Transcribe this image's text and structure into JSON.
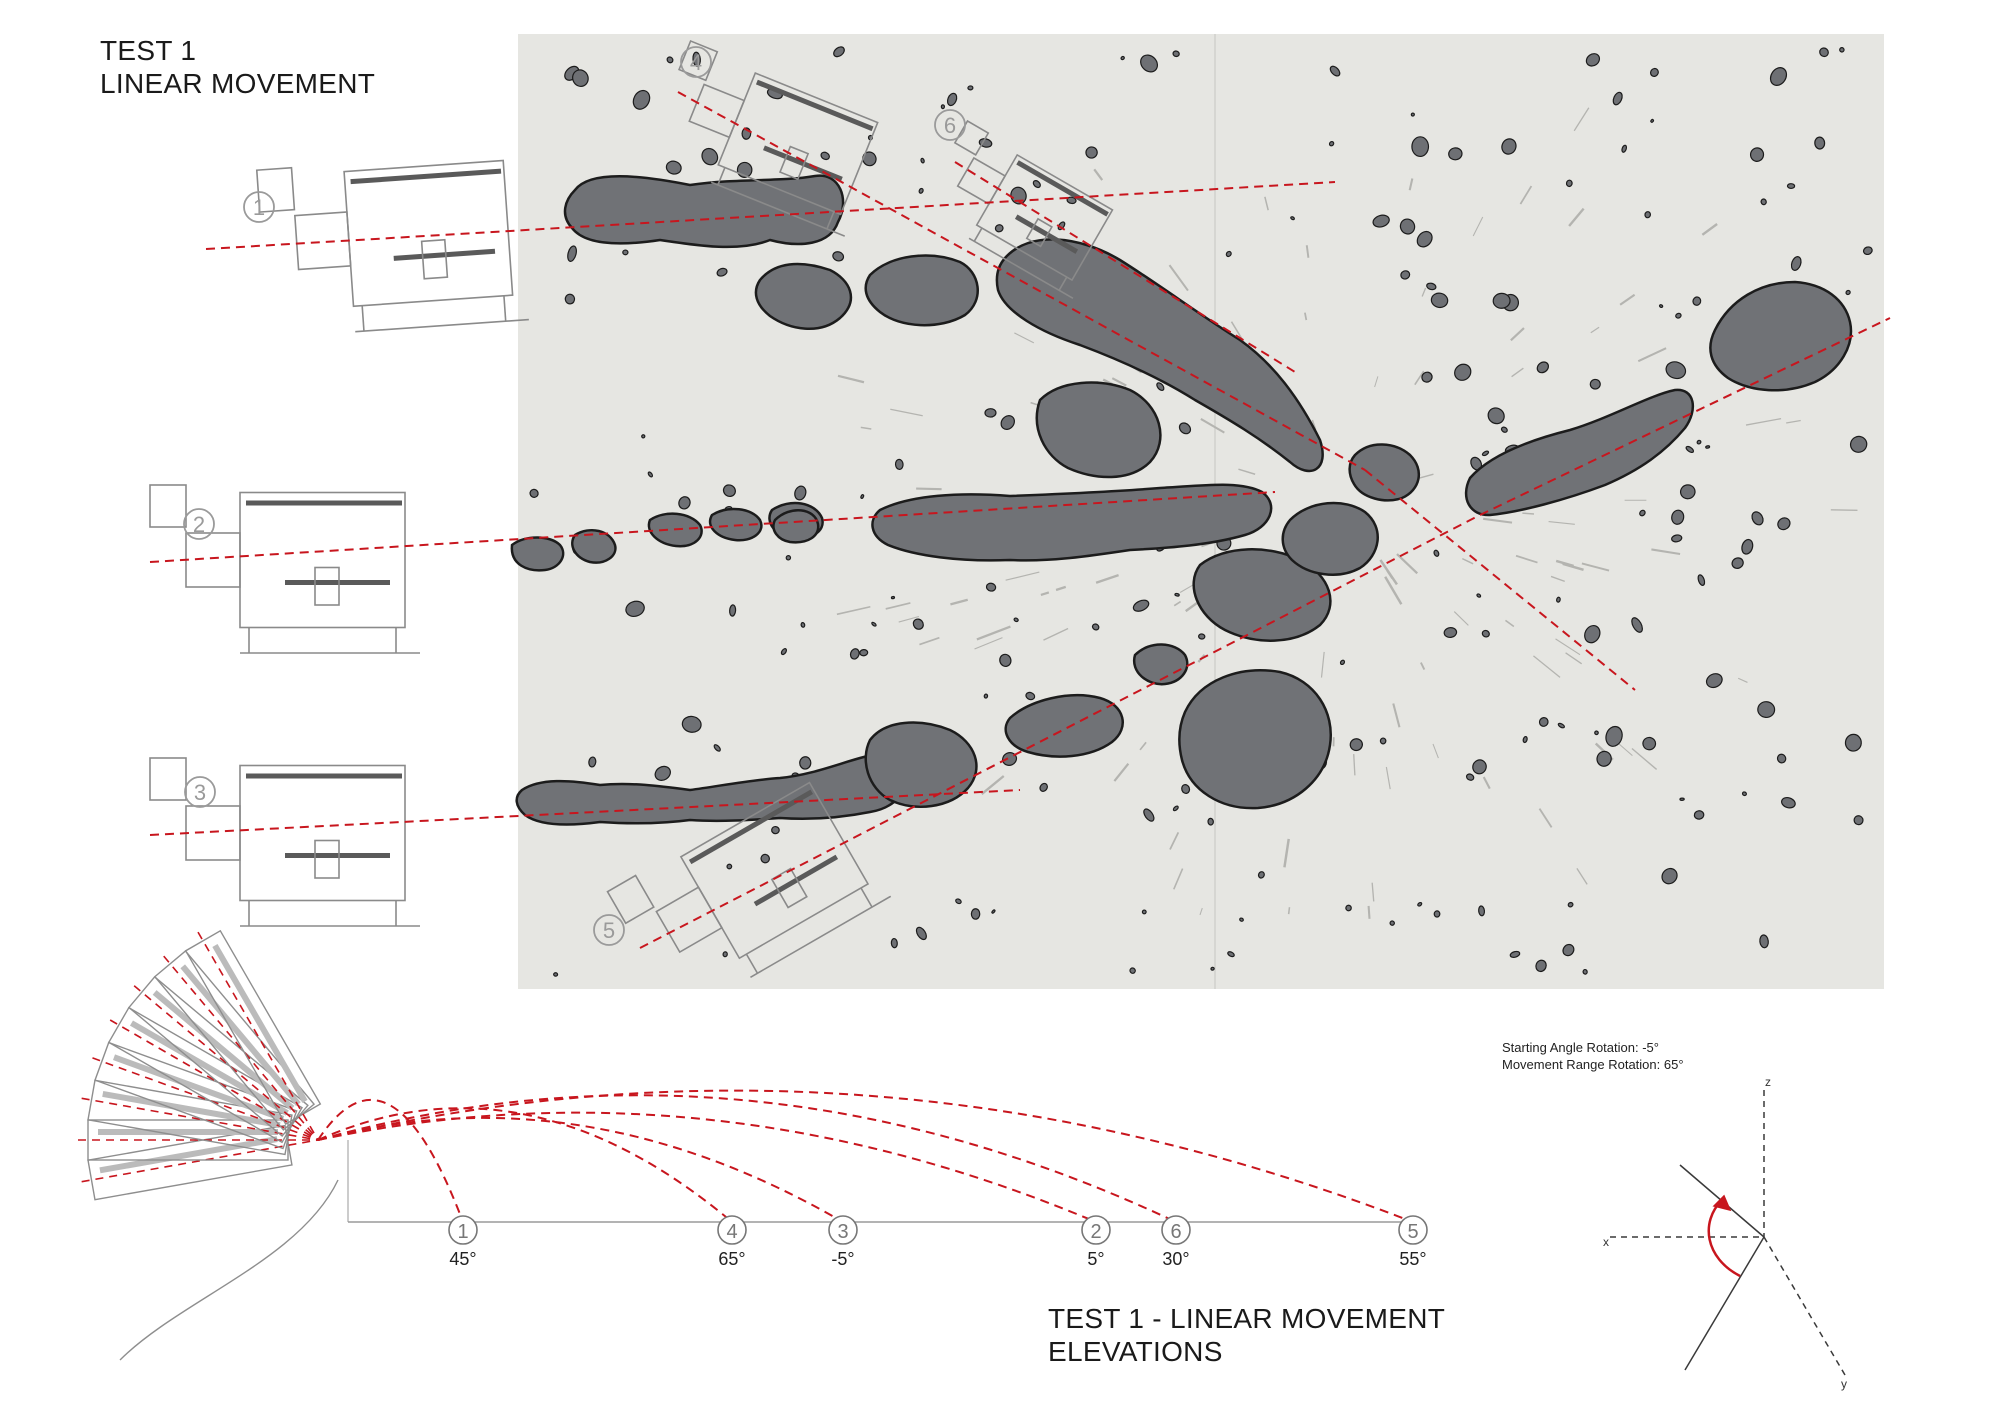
{
  "page_title": {
    "line1": "TEST 1",
    "line2": "LINEAR MOVEMENT"
  },
  "elevation_title": {
    "line1": "TEST 1 - LINEAR MOVEMENT",
    "line2": "ELEVATIONS"
  },
  "axis_notes": {
    "start_angle": "Starting Angle Rotation: -5°",
    "range": "Movement Range Rotation: 65°"
  },
  "axes": {
    "x": "x",
    "y": "y",
    "z": "z"
  },
  "colors": {
    "trajectory": "#c8161e",
    "splash_fill": "#707276",
    "splash_edge": "#1c1c1c",
    "wall": "#e7e7e4",
    "drawing": "#8a8a8a"
  },
  "machines": [
    {
      "number": "1",
      "angle": "45°",
      "marker": "1"
    },
    {
      "number": "2",
      "angle": "5°",
      "marker": "2"
    },
    {
      "number": "3",
      "angle": "-5°",
      "marker": "3"
    },
    {
      "number": "4",
      "angle": "65°",
      "marker": "4"
    },
    {
      "number": "5",
      "angle": "55°",
      "marker": "5"
    },
    {
      "number": "6",
      "angle": "30°",
      "marker": "6"
    }
  ],
  "elevation_markers": [
    {
      "number": "1",
      "label": "45°"
    },
    {
      "number": "4",
      "label": "65°"
    },
    {
      "number": "3",
      "label": "-5°"
    },
    {
      "number": "2",
      "label": "5°"
    },
    {
      "number": "6",
      "label": "30°"
    },
    {
      "number": "5",
      "label": "55°"
    }
  ]
}
